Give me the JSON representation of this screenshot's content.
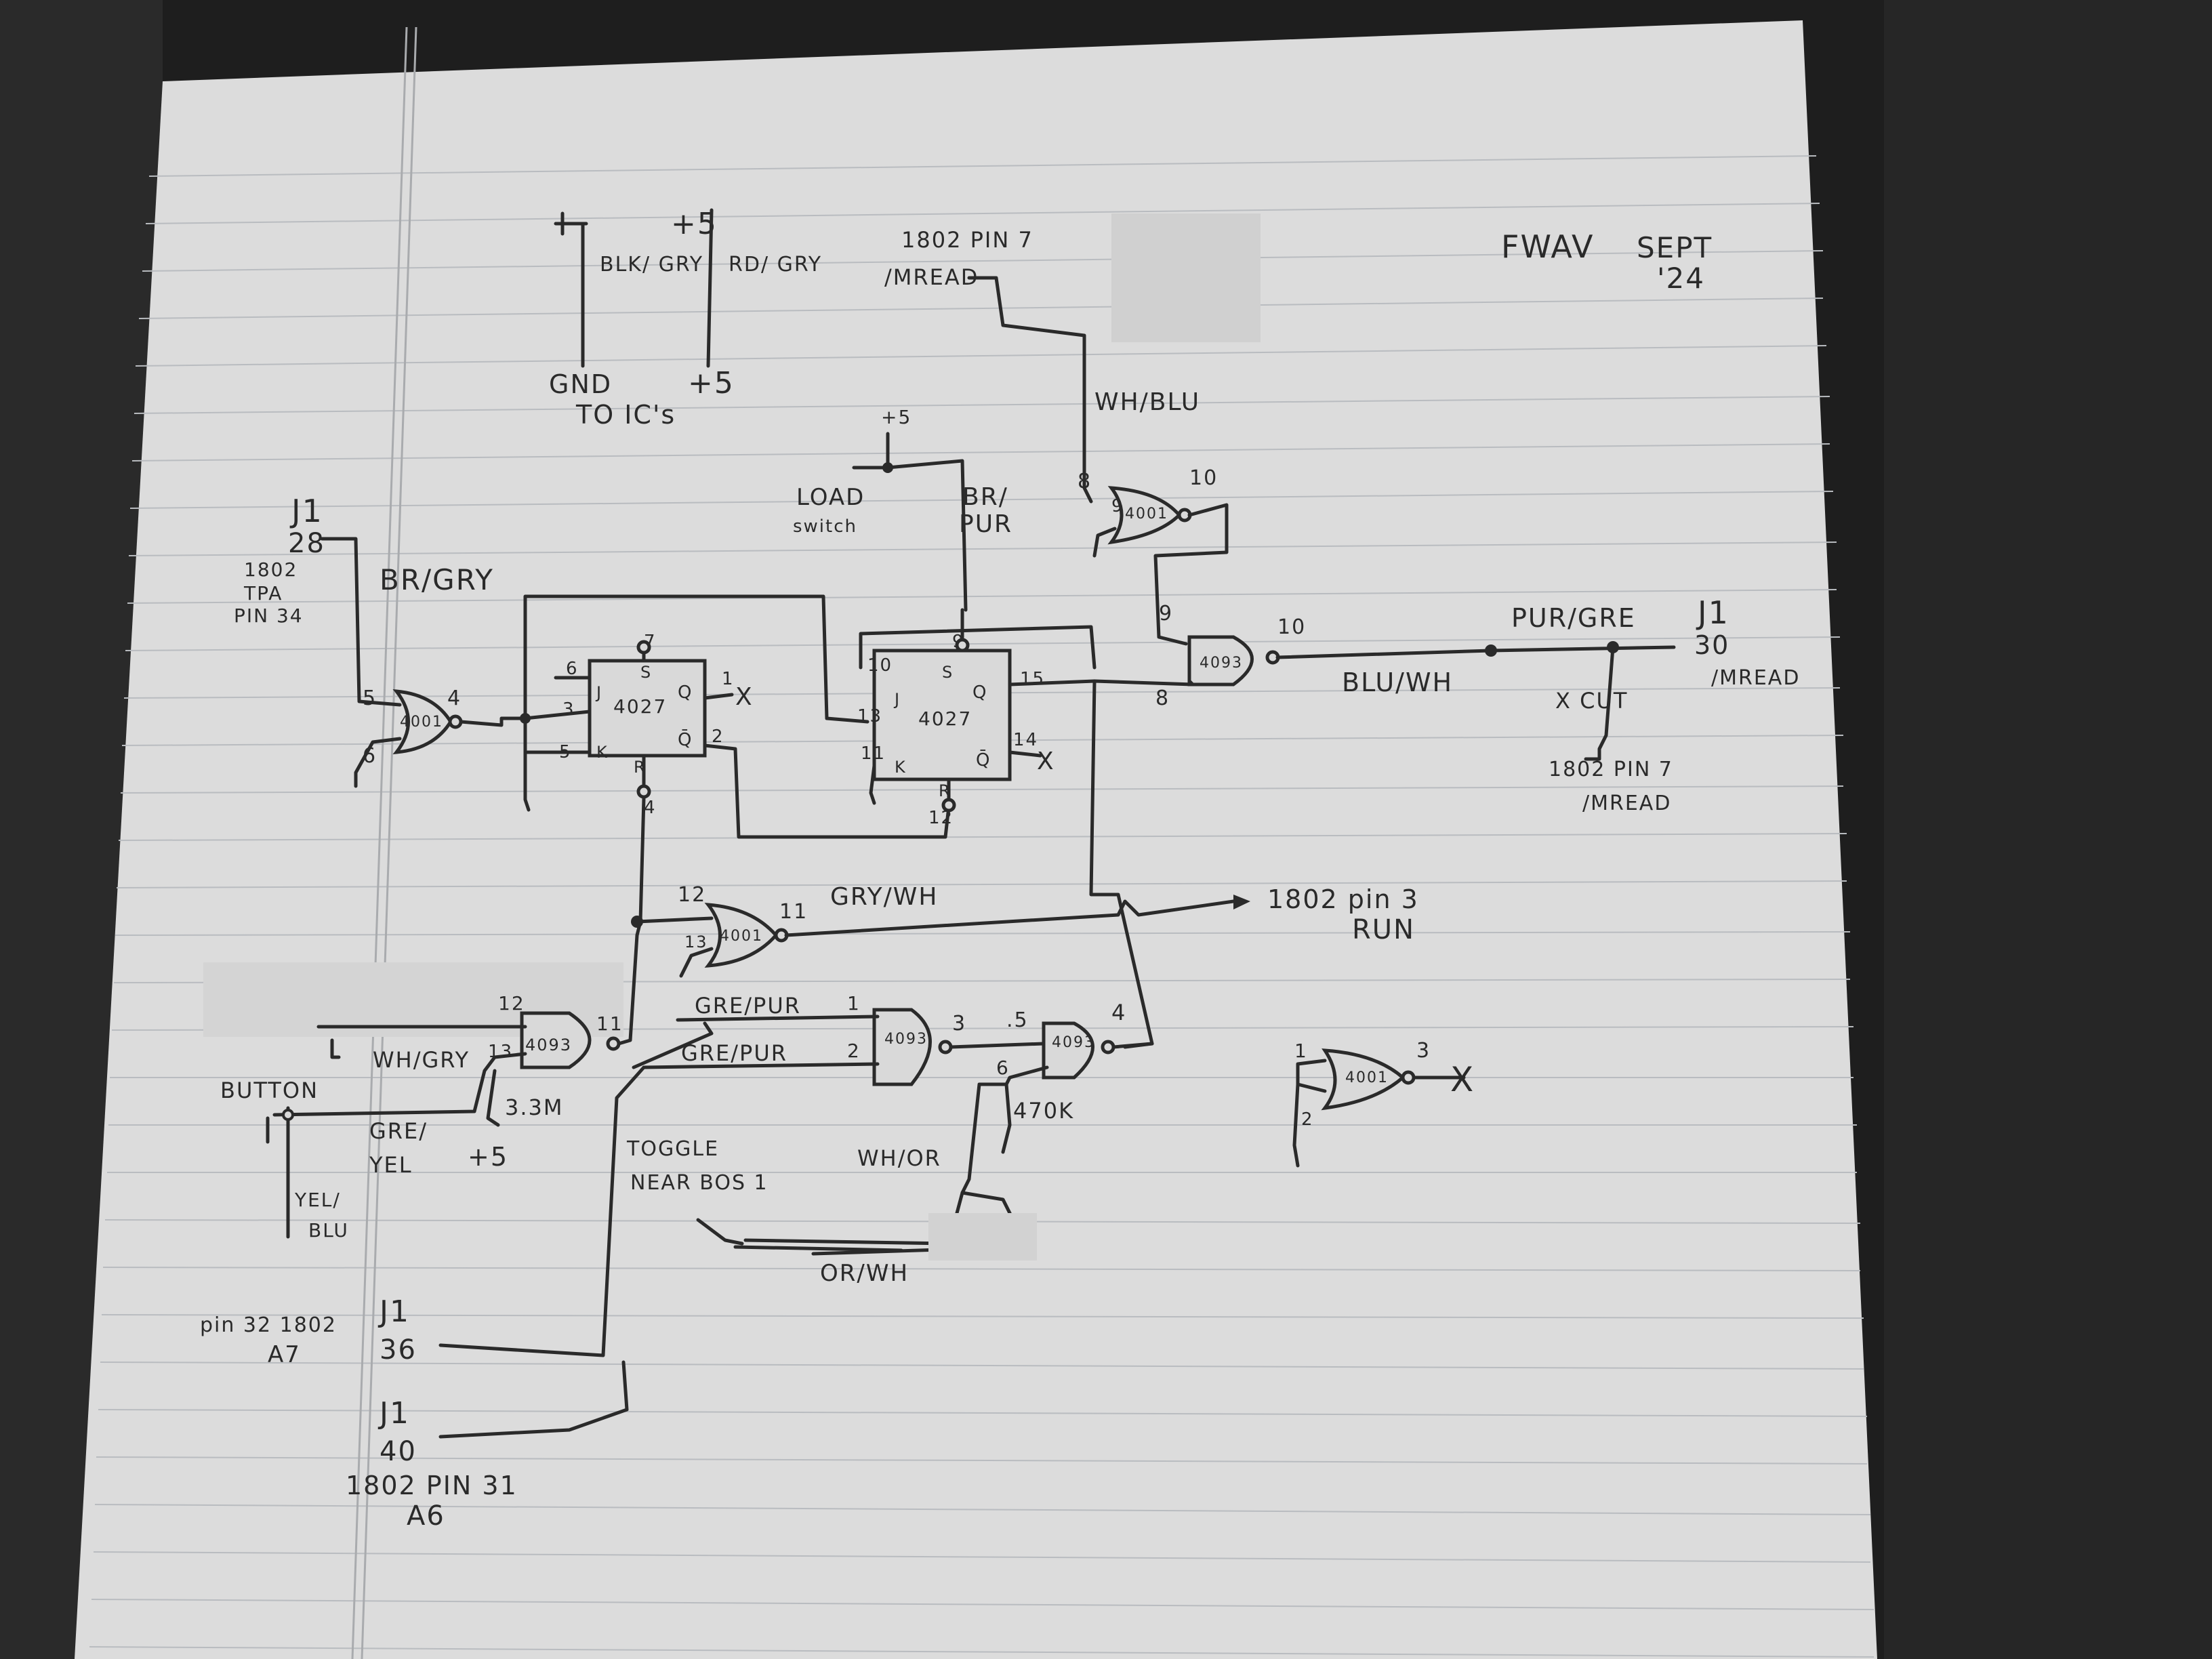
{
  "header": {
    "signature_line1": "FWAV",
    "date_line1": "SEPT",
    "date_line2": "'24"
  },
  "power": {
    "gnd_wire": "BLK/ GRY",
    "v5_wire": "RD/ GRY",
    "v5_top": "+5",
    "gnd_label": "GND",
    "v5_bottom": "+5",
    "to_ics": "TO IC's"
  },
  "top_input": {
    "pin_label": "1802 PIN 7",
    "signal": "/MREAD",
    "wire": "WH/BLU"
  },
  "load_switch": {
    "v5": "+5",
    "label1": "LOAD",
    "label2": "switch",
    "wire1": "BR/",
    "wire2": "PUR"
  },
  "j1_tpa": {
    "connector": "J1",
    "pin": "28",
    "chip": "1802",
    "signal": "TPA",
    "pin_name": "PIN 34",
    "wire": "BR/GRY"
  },
  "flipflop_a": {
    "chip": "4027",
    "S": "S",
    "J": "J",
    "K": "K",
    "R": "R",
    "Q": "Q",
    "Qbar": "Q̄",
    "p7": "7",
    "p6": "6",
    "p3": "3",
    "p5": "5",
    "p1": "1",
    "p2": "2",
    "p4": "4",
    "x": "X"
  },
  "flipflop_b": {
    "chip": "4027",
    "S": "S",
    "J": "J",
    "K": "K",
    "R": "R",
    "Q": "Q",
    "Qbar": "Q̄",
    "p9": "9",
    "p10": "10",
    "p13": "13",
    "p11": "11",
    "p15": "15",
    "p14": "14",
    "p12": "12",
    "x": "X"
  },
  "gates": {
    "nor_a": "4001",
    "nor_a_p5": "5",
    "nor_a_p6": "6",
    "nor_a_p4": "4",
    "nor_top": "4001",
    "nor_top_p8": "8",
    "nor_top_p9": "9",
    "nor_top_p10": "10",
    "nand_out": "4093",
    "nand_out_p9": "9",
    "nand_out_p8": "8",
    "nand_out_p10": "10",
    "nor_run": "4001",
    "nor_run_p12": "12",
    "nor_run_p13": "13",
    "nor_run_p11": "11",
    "nand_btn": "4093",
    "nand_btn_p12": "12",
    "nand_btn_p13": "13",
    "nand_btn_p11": "11",
    "nand_mid": "4093",
    "nand_mid_p1": "1",
    "nand_mid_p2": "2",
    "nand_mid_p3": "3",
    "nand_right": "4093",
    "nand_right_p5": ".5",
    "nand_right_p6": "6",
    "nand_right_p4": "4",
    "nor_spare": "4001",
    "nor_spare_p1": "1",
    "nor_spare_p2": "2",
    "nor_spare_p3": "3",
    "spare_x": "X"
  },
  "output": {
    "wire_top": "PUR/GRE",
    "wire_bottom": "BLU/WH",
    "connector": "J1",
    "pin": "30",
    "signal": "/MREAD",
    "cut": "X CUT",
    "to_pin": "1802 PIN 7",
    "to_signal": "/MREAD"
  },
  "run_line": {
    "wire": "GRY/WH",
    "target": "1802 pin 3",
    "signal": "RUN"
  },
  "button": {
    "label": "BUTTON",
    "wire1": "WH/GRY",
    "wire2a": "GRE/",
    "wire2b": "YEL",
    "wire3a": "YEL/",
    "wire3b": "BLU",
    "resistor": "3.3M",
    "v5": "+5"
  },
  "nand_inputs": {
    "wire1": "GRE/PUR",
    "wire2": "GRE/PUR"
  },
  "toggle": {
    "label1": "TOGGLE",
    "label2": "NEAR BOS 1",
    "wire_top": "WH/OR",
    "wire_bottom": "OR/WH",
    "resistor": "470K"
  },
  "bottom_left": {
    "a7_pin": "pin 32 1802",
    "a7": "A7",
    "j1_a": "J1",
    "pin36": "36",
    "j1_b": "J1",
    "pin40": "40",
    "a6_pin": "1802 PIN 31",
    "a6": "A6"
  }
}
